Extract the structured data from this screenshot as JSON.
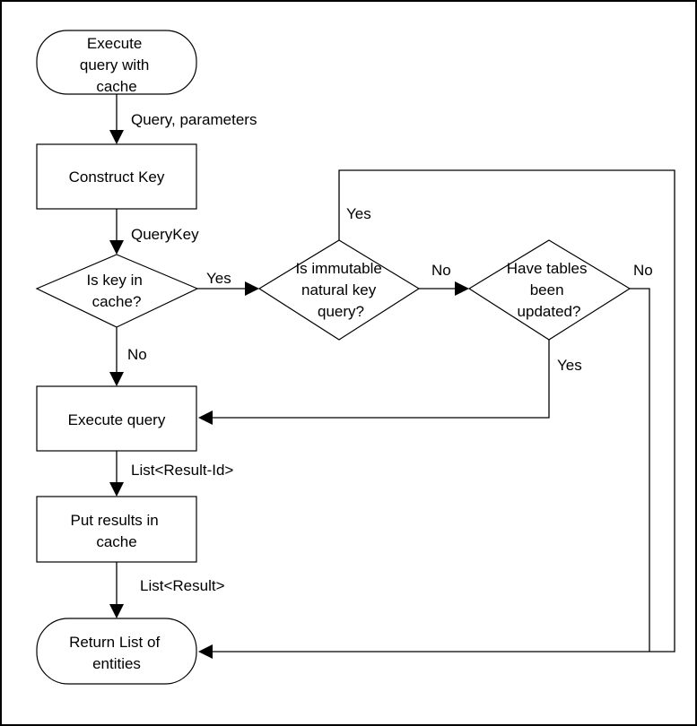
{
  "nodes": {
    "start": [
      "Execute",
      "query with",
      "cache"
    ],
    "construct_key": [
      "Construct Key"
    ],
    "key_in_cache": [
      "Is key in",
      "cache?"
    ],
    "immutable_query": [
      "Is immutable",
      "natural key",
      "query?"
    ],
    "tables_updated": [
      "Have tables",
      "been",
      "updated?"
    ],
    "execute_query": [
      "Execute query"
    ],
    "put_results": [
      "Put results in",
      "cache"
    ],
    "return_list": [
      "Return List of",
      "entities"
    ]
  },
  "edges": {
    "query_parameters": "Query, parameters",
    "query_key": "QueryKey",
    "key_yes": "Yes",
    "key_no": "No",
    "immutable_yes": "Yes",
    "immutable_no": "No",
    "tables_yes": "Yes",
    "tables_no": "No",
    "result_ids": "List<Result-Id>",
    "results": "List<Result>"
  }
}
